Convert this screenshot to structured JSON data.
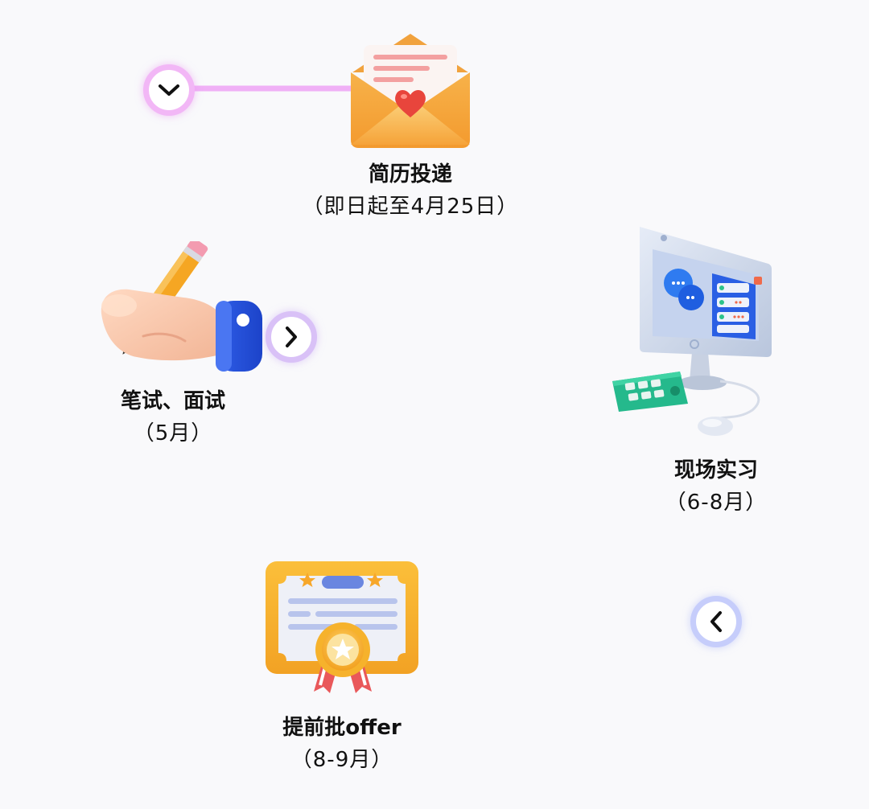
{
  "steps": [
    {
      "title": "简历投递",
      "period": "（即日起至4月25日）",
      "icon": "envelope-heart-icon"
    },
    {
      "title": "笔试、面试",
      "period": "（5月）",
      "icon": "hand-writing-pencil-icon"
    },
    {
      "title": "现场实习",
      "period": "（6-8月）",
      "icon": "computer-chat-icon"
    },
    {
      "title": "提前批offer",
      "period": "（8-9月）",
      "icon": "certificate-badge-icon"
    }
  ],
  "colors": {
    "line_pink": "#f0b0f6",
    "line_blue": "#c4c9fb",
    "text": "#111111",
    "background": "#f9f9fb"
  }
}
